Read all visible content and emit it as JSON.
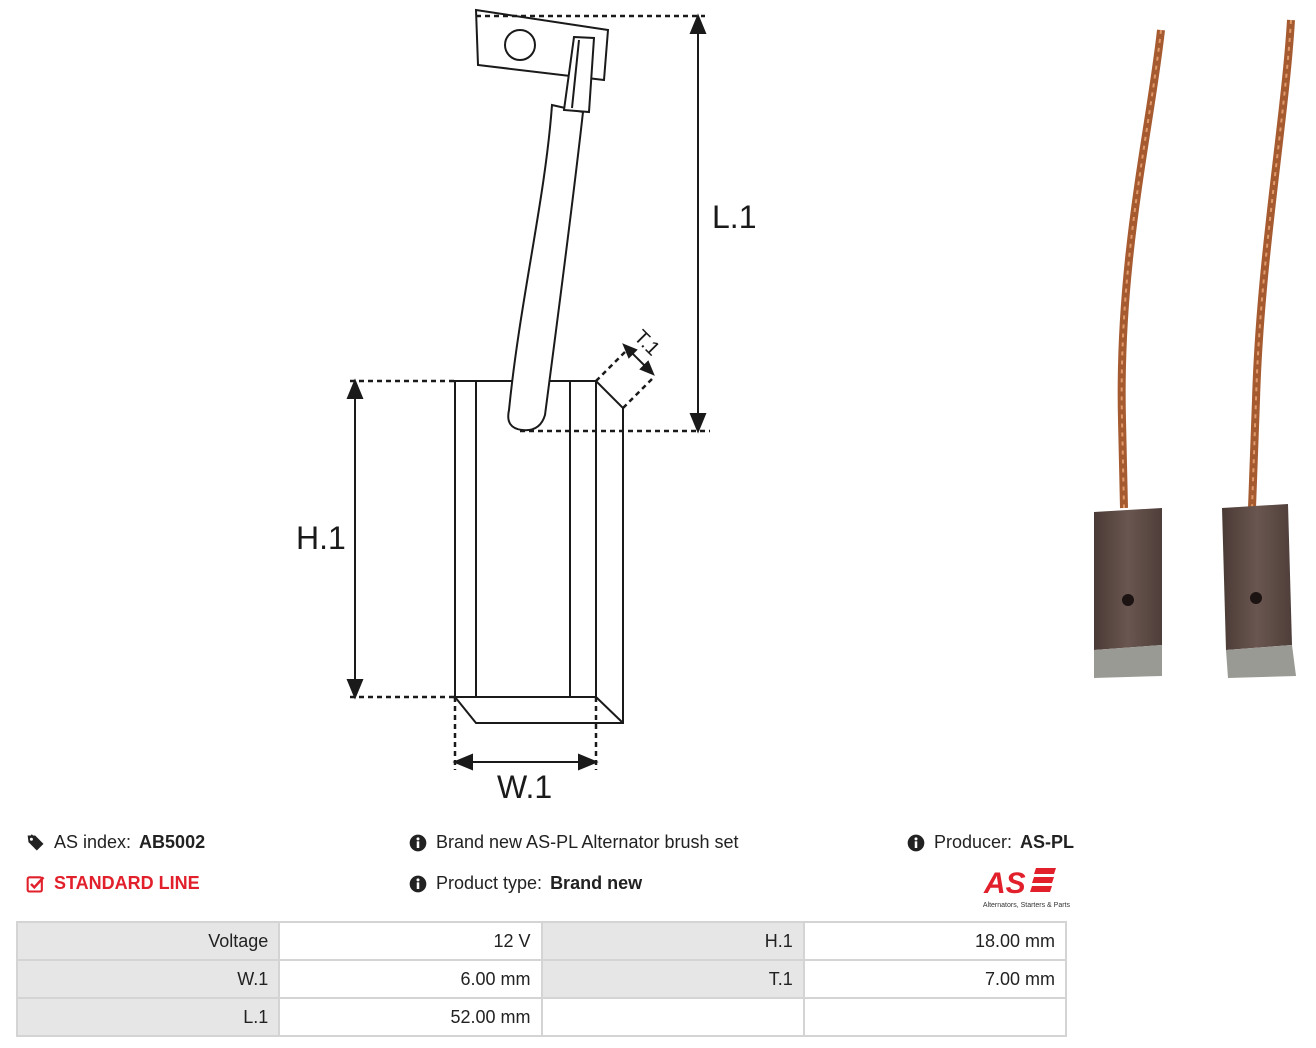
{
  "diagram": {
    "labels": {
      "l1": "L.1",
      "h1": "H.1",
      "w1": "W.1",
      "t1": "T.1"
    }
  },
  "info": {
    "as_index_label": "AS index:",
    "as_index_value": "AB5002",
    "standard_line": "STANDARD LINE",
    "description": "Brand new AS-PL Alternator brush set",
    "product_type_label": "Product type:",
    "product_type_value": "Brand new",
    "producer_label": "Producer:",
    "producer_value": "AS-PL"
  },
  "logo": {
    "text": "AS",
    "tagline": "Alternators, Starters & Parts"
  },
  "specs": {
    "rows": [
      [
        {
          "label": "Voltage",
          "value": "12 V"
        },
        {
          "label": "H.1",
          "value": "18.00 mm"
        }
      ],
      [
        {
          "label": "W.1",
          "value": "6.00 mm"
        },
        {
          "label": "T.1",
          "value": "7.00 mm"
        }
      ],
      [
        {
          "label": "L.1",
          "value": "52.00 mm"
        },
        {
          "label": "",
          "value": ""
        }
      ]
    ]
  },
  "colors": {
    "accent_red": "#e1202b",
    "table_label_bg": "#e6e6e6",
    "table_border": "#d4d4d4",
    "carbon": "#5a4843",
    "copper": "#b86a3e"
  },
  "icons": [
    "tag-icon",
    "check-square-icon",
    "info-circle-icon"
  ]
}
